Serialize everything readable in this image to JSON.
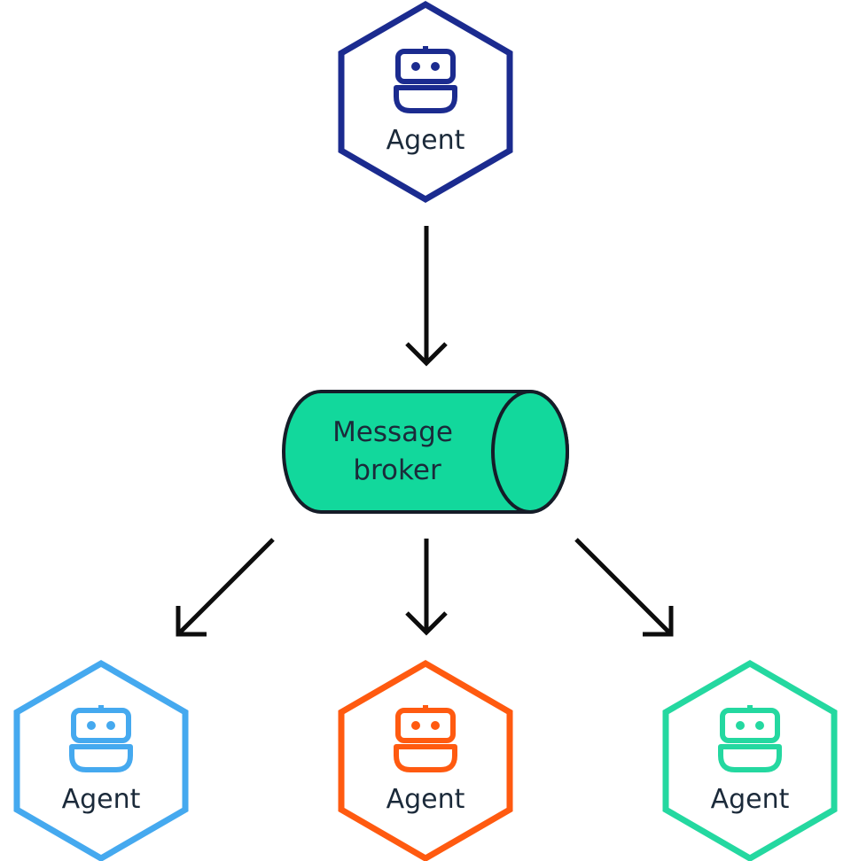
{
  "agents": [
    {
      "label": "Agent",
      "color": "#1b2b8f"
    },
    {
      "label": "Agent",
      "color": "#45a9ef"
    },
    {
      "label": "Agent",
      "color": "#ff5a10"
    },
    {
      "label": "Agent",
      "color": "#24d8a0"
    }
  ],
  "broker": {
    "line1": "Message",
    "line2": "broker",
    "fill": "#12d89c",
    "stroke": "#151c28"
  },
  "icons": {
    "agent": "robot-icon"
  },
  "arrow_color": "#0d0d0d"
}
